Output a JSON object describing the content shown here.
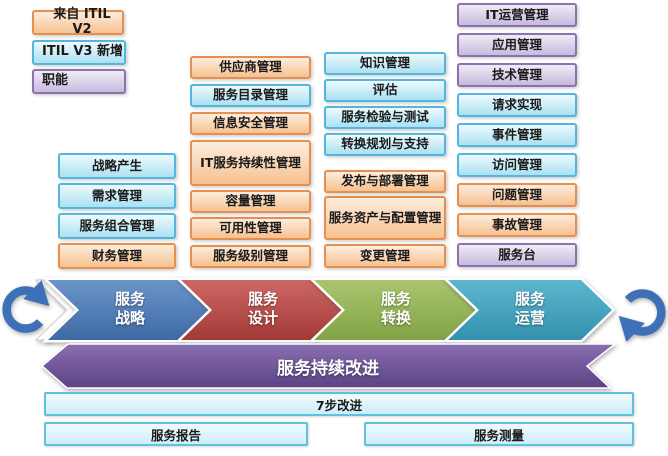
{
  "legend": {
    "items": [
      {
        "label": "来自 ITIL V2",
        "type": "itil-v2"
      },
      {
        "label": "ITIL V3 新增",
        "type": "itil-v3"
      },
      {
        "label": "职能",
        "type": "function"
      }
    ]
  },
  "columns": [
    {
      "boxes": [
        {
          "label": "战略产生",
          "type": "itil-v3"
        },
        {
          "label": "需求管理",
          "type": "itil-v3"
        },
        {
          "label": "服务组合管理",
          "type": "itil-v3"
        },
        {
          "label": "财务管理",
          "type": "itil-v2"
        }
      ]
    },
    {
      "boxes": [
        {
          "label": "供应商管理",
          "type": "itil-v2"
        },
        {
          "label": "服务目录管理",
          "type": "itil-v3"
        },
        {
          "label": "信息安全管理",
          "type": "itil-v2"
        },
        {
          "label": "IT服务持续性管理",
          "type": "itil-v2"
        },
        {
          "label": "容量管理",
          "type": "itil-v2"
        },
        {
          "label": "可用性管理",
          "type": "itil-v2"
        },
        {
          "label": "服务级别管理",
          "type": "itil-v2"
        }
      ]
    },
    {
      "boxes": [
        {
          "label": "知识管理",
          "type": "itil-v3"
        },
        {
          "label": "评估",
          "type": "itil-v3"
        },
        {
          "label": "服务检验与测试",
          "type": "itil-v3"
        },
        {
          "label": "转换规划与支持",
          "type": "itil-v3"
        },
        {
          "label": "发布与部署管理",
          "type": "itil-v2"
        },
        {
          "label": "服务资产与配置管理",
          "type": "itil-v2"
        },
        {
          "label": "变更管理",
          "type": "itil-v2"
        }
      ]
    },
    {
      "boxes": [
        {
          "label": "IT运营管理",
          "type": "function"
        },
        {
          "label": "应用管理",
          "type": "function"
        },
        {
          "label": "技术管理",
          "type": "function"
        },
        {
          "label": "请求实现",
          "type": "itil-v3"
        },
        {
          "label": "事件管理",
          "type": "itil-v3"
        },
        {
          "label": "访问管理",
          "type": "itil-v3"
        },
        {
          "label": "问题管理",
          "type": "itil-v2"
        },
        {
          "label": "事故管理",
          "type": "itil-v2"
        },
        {
          "label": "服务台",
          "type": "function"
        }
      ]
    }
  ],
  "stages": [
    {
      "line1": "服务",
      "line2": "战略",
      "color": "#4f81bd"
    },
    {
      "line1": "服务",
      "line2": "设计",
      "color": "#c0504d"
    },
    {
      "line1": "服务",
      "line2": "转换",
      "color": "#9bbb59"
    },
    {
      "line1": "服务",
      "line2": "运营",
      "color": "#4bacc6"
    }
  ],
  "csi": {
    "label": "服务持续改进",
    "color": "#71529b"
  },
  "bars": {
    "seven_step": "7步改进",
    "reporting": "服务报告",
    "measurement": "服务测量"
  },
  "icons": {
    "cycle_left": "cycle-arrow",
    "cycle_right": "cycle-arrow",
    "arrow_color": "#3d70b6"
  },
  "colors": {
    "itil_v2_orange": "#f79646",
    "itil_v3_cyan": "#4bacc6",
    "function_purple": "#8064a2"
  }
}
